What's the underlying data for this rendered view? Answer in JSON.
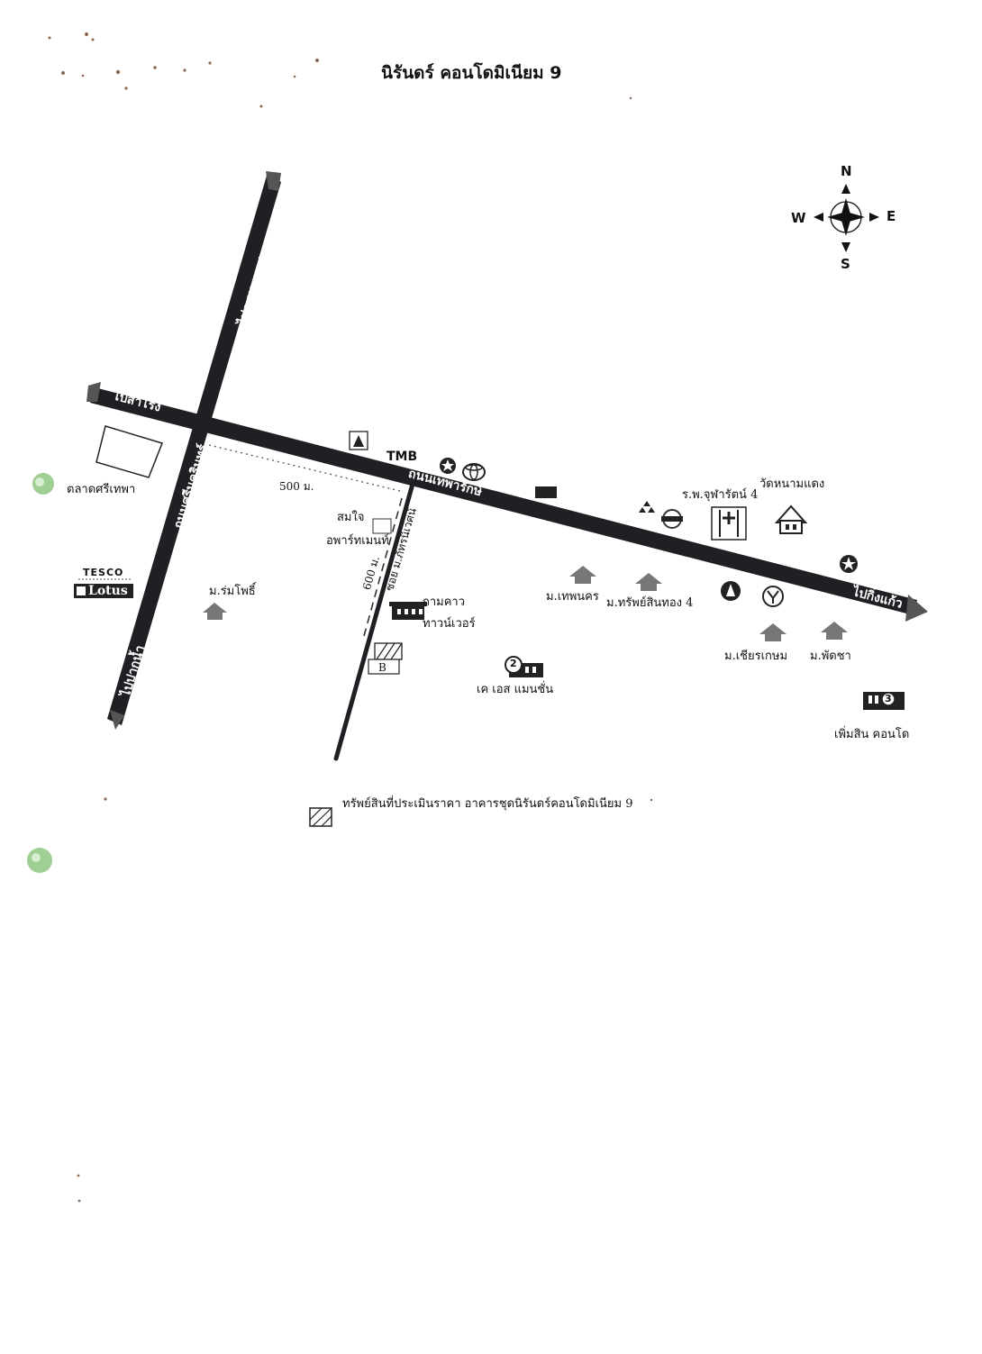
{
  "title": "นิรันดร์ คอนโดมิเนียม 9",
  "compass": {
    "n": "N",
    "s": "S",
    "e": "E",
    "w": "W"
  },
  "roads": {
    "srinakarin": "ถนนศรีนครินทร์",
    "to_bangna_trat": "ไปถ.บางนา+ตราด",
    "to_pak_nam": "ไปปากน้ำ",
    "theparak": "ถนนเทพารักษ์",
    "to_samrong": "ไปสำโรง",
    "to_kingkaew": "ไปกิ่งแก้ว",
    "soi": "ซอย ม.ภัทรนิเวศน์"
  },
  "distances": {
    "d500": "500 ม.",
    "d600": "600 ม."
  },
  "landmarks": {
    "talad_sri_thepha": "ตลาดศรีเทพา",
    "tesco": "TESCO",
    "lotus": "Lotus",
    "rompho": "ม.ร่มโพธิ์",
    "somjai_line1": "สมใจ",
    "somjai_line2": "อพาร์ทเมนท์",
    "tmb": "TMB",
    "kamkao_line1": "กามคาว",
    "kamkao_line2": "ทาวน์เวอร์",
    "subject_marker": "B",
    "ks_mansion": "เค เอส แมนชั่น",
    "thepnakorn": "ม.เทพนคร",
    "sapsintong": "ม.ทรัพย์สินทอง 4",
    "hospital": "ร.พ.จุฬารัตน์ 4",
    "wat": "วัดหนามแดง",
    "chiangkasem": "ม.เชียรเกษม",
    "patcha": "ม.พัดชา",
    "permsin": "เพิ่มสิน คอนโด",
    "ks_number": "2",
    "permsin_number": "3"
  },
  "legend": {
    "text": "ทรัพย์สินที่ประเมินราคา อาคารชุดนิรันดร์คอนโดมิเนียม 9"
  },
  "colors": {
    "road": "#1f1f24",
    "pin": "#9fcf95",
    "ink": "#111111"
  }
}
